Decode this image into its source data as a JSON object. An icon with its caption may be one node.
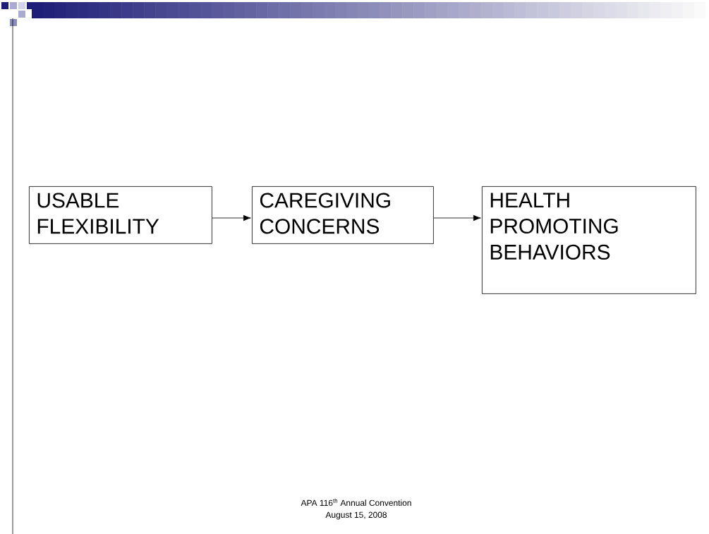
{
  "diagram": {
    "nodes": [
      {
        "text": [
          "USABLE FLEXIBILITY"
        ]
      },
      {
        "text": [
          "CAREGIVING CONCERNS"
        ]
      },
      {
        "text": [
          "HEALTH PROMOTING BEHAVIORS"
        ]
      }
    ],
    "edges": [
      {
        "from": 0,
        "to": 1,
        "arrow": "to"
      },
      {
        "from": 1,
        "to": 2,
        "arrow": "to"
      }
    ],
    "labels": [
      "APA 116$^{th}$ Annual Convention",
      "August 15, 2008"
    ]
  }
}
